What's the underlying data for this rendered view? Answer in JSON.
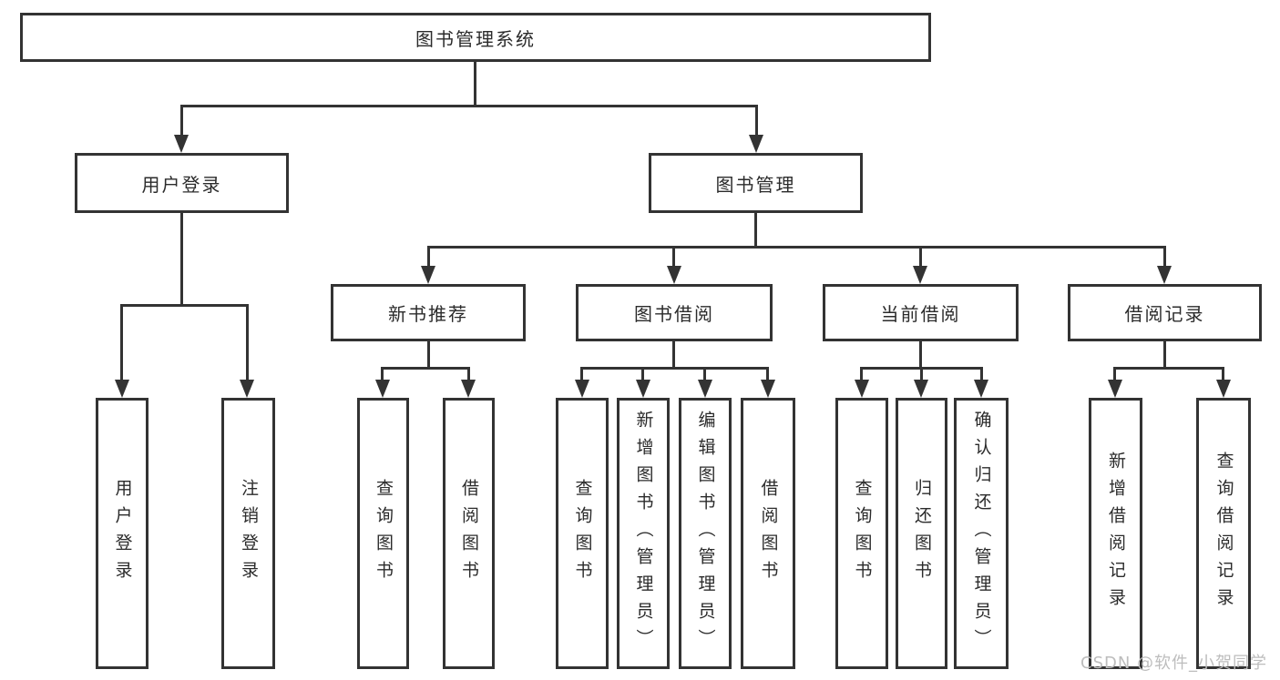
{
  "diagram": {
    "root": {
      "label": "图书管理系统"
    },
    "level2": {
      "user_login": {
        "label": "用户登录"
      },
      "book_mgmt": {
        "label": "图书管理"
      }
    },
    "level3": {
      "new_book_rec": {
        "label": "新书推荐"
      },
      "book_borrow": {
        "label": "图书借阅"
      },
      "current_borrow": {
        "label": "当前借阅"
      },
      "borrow_records": {
        "label": "借阅记录"
      }
    },
    "leaves": {
      "user_login": [
        "用户登录",
        "注销登录"
      ],
      "new_book_rec": [
        "查询图书",
        "借阅图书"
      ],
      "book_borrow": [
        "查询图书",
        "新增图书（管理员）",
        "编辑图书（管理员）",
        "借阅图书"
      ],
      "current_borrow": [
        "查询图书",
        "归还图书",
        "确认归还（管理员）"
      ],
      "borrow_records": [
        "新增借阅记录",
        "查询借阅记录"
      ]
    }
  },
  "watermark": {
    "text": "CSDN @软件_小贺同学"
  },
  "colors": {
    "line": "#333333",
    "text": "#2b2b2b",
    "watermark": "#bdbdbd",
    "background": "#ffffff"
  }
}
